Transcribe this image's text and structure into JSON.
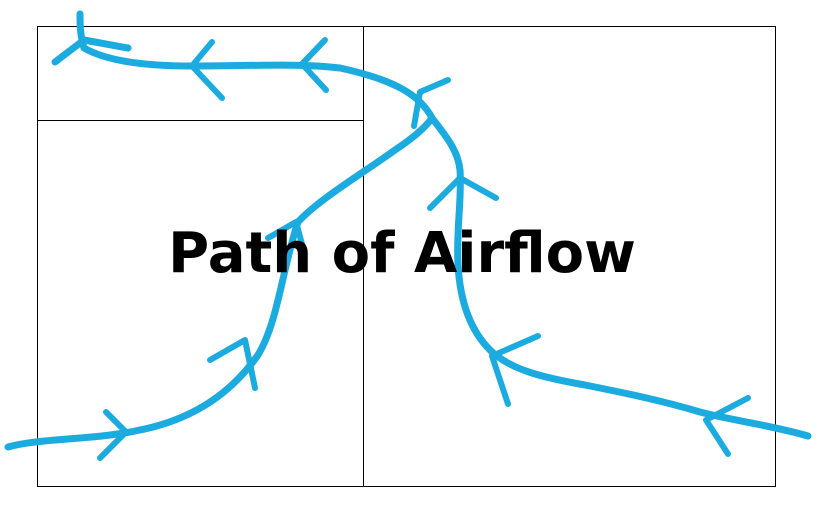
{
  "title": "Path of Airflow",
  "colors": {
    "airflow": "#1cabdf",
    "outline": "#000000",
    "background": "#ffffff"
  },
  "rooms": [
    "top-left-room",
    "bottom-left-room",
    "right-room"
  ],
  "airflow_paths": [
    "left-inflow-path",
    "right-inflow-path",
    "top-outflow-path"
  ],
  "arrowhead_icons": [
    "arrow-up-right-icon",
    "arrow-left-icon"
  ]
}
